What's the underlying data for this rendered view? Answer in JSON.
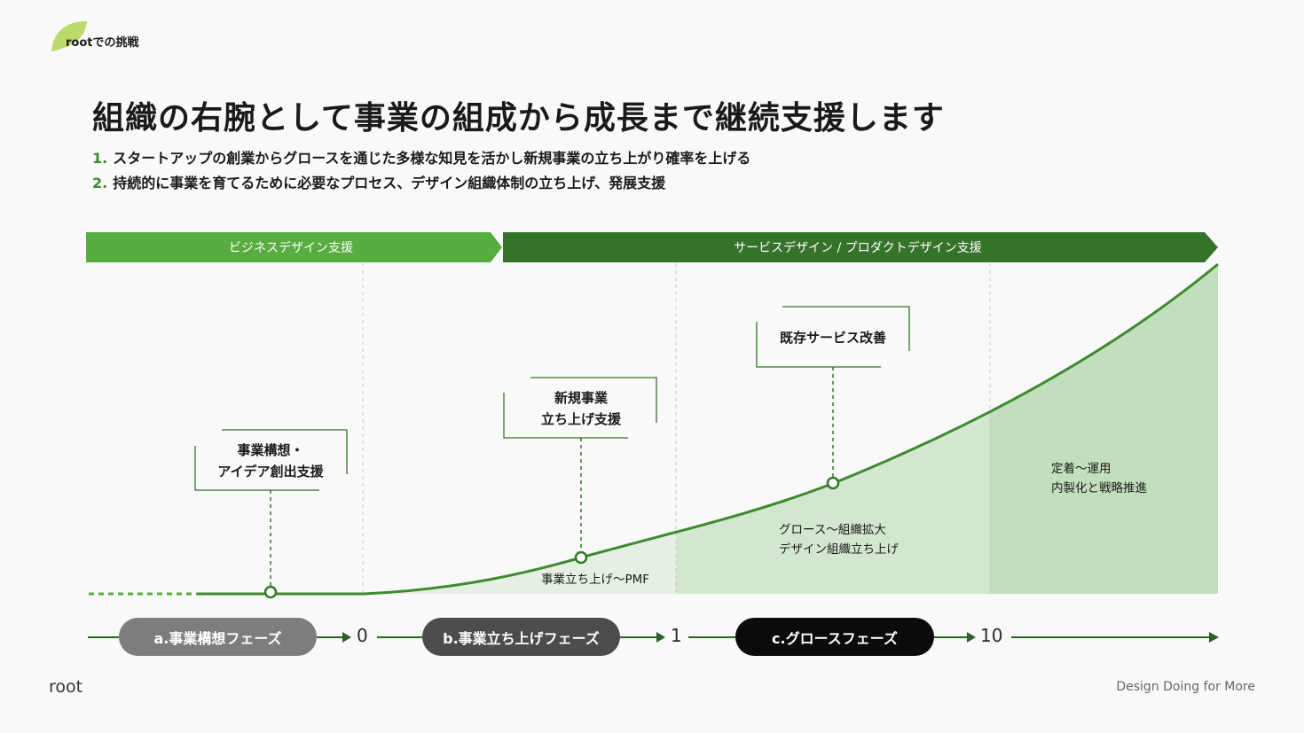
{
  "header": {
    "logo_label": "rootでの挑戦"
  },
  "title": "組織の右腕として事業の組成から成長まで継続支援します",
  "points": [
    {
      "num": "1.",
      "text": "スタートアップの創業からグロースを通じた多様な知見を活かし新規事業の立ち上がり確率を上げる"
    },
    {
      "num": "2.",
      "text": "持続的に事業を育てるために必要なプロセス、デザイン組織体制の立ち上げ、発展支援"
    }
  ],
  "bands": [
    "ビジネスデザイン支援",
    "サービスデザイン / プロダクトデザイン支援"
  ],
  "callouts": [
    {
      "l1": "事業構想・",
      "l2": "アイデア創出支援"
    },
    {
      "l1": "新規事業",
      "l2": "立ち上げ支援"
    },
    {
      "l1": "既存サービス改善",
      "l2": ""
    }
  ],
  "notes": {
    "pmf": "事業立ち上げ〜PMF",
    "growth1": "グロース〜組織拡大",
    "growth2": "デザイン組織立ち上げ",
    "settle1": "定着〜運用",
    "settle2": "内製化と戦略推進"
  },
  "phases": [
    "a.事業構想フェーズ",
    "b.事業立ち上げフェーズ",
    "c.グロースフェーズ"
  ],
  "milestones": [
    "0",
    "1",
    "10"
  ],
  "footer": {
    "logo": "root",
    "tagline": "Design Doing for More"
  },
  "colors": {
    "light_green": "#57ad3f",
    "dark_green": "#35722a",
    "curve": "#3d8a2e"
  }
}
